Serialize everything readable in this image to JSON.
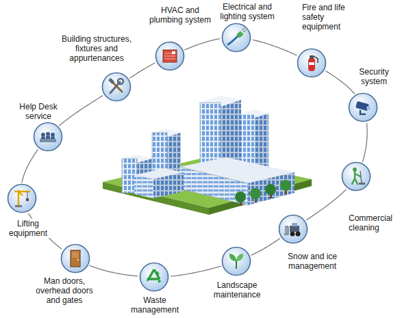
{
  "diagram": {
    "nodes": [
      {
        "text": [
          "Help Desk service"
        ]
      },
      {
        "text": [
          "Building structures, fixtures and appurtenances"
        ]
      },
      {
        "text": [
          "HVAC and plumbing system"
        ]
      },
      {
        "text": [
          "Electrical and lighting system"
        ]
      },
      {
        "text": [
          "Fire and life safety equipment"
        ]
      },
      {
        "text": [
          "Security system"
        ]
      },
      {
        "text": [
          "Commercial cleaning"
        ]
      },
      {
        "text": [
          "Snow and ice management"
        ]
      },
      {
        "text": [
          "Landscape maintenance"
        ]
      },
      {
        "text": [
          "Waste management"
        ]
      },
      {
        "text": [
          "Man doors, overhead doors and gates"
        ]
      },
      {
        "text": [
          "Lifting equipment"
        ]
      }
    ],
    "edges": [
      {
        "from": 0,
        "to": 1,
        "arrow": "none"
      },
      {
        "from": 1,
        "to": 2,
        "arrow": "none"
      },
      {
        "from": 2,
        "to": 3,
        "arrow": "none"
      },
      {
        "from": 3,
        "to": 4,
        "arrow": "none"
      },
      {
        "from": 4,
        "to": 5,
        "arrow": "none"
      },
      {
        "from": 5,
        "to": 6,
        "arrow": "none"
      },
      {
        "from": 6,
        "to": 7,
        "arrow": "none"
      },
      {
        "from": 7,
        "to": 8,
        "arrow": "none"
      },
      {
        "from": 8,
        "to": 9,
        "arrow": "none"
      },
      {
        "from": 9,
        "to": 10,
        "arrow": "none"
      },
      {
        "from": 10,
        "to": 11,
        "arrow": "none"
      },
      {
        "from": 11,
        "to": 0,
        "arrow": "none"
      }
    ]
  }
}
